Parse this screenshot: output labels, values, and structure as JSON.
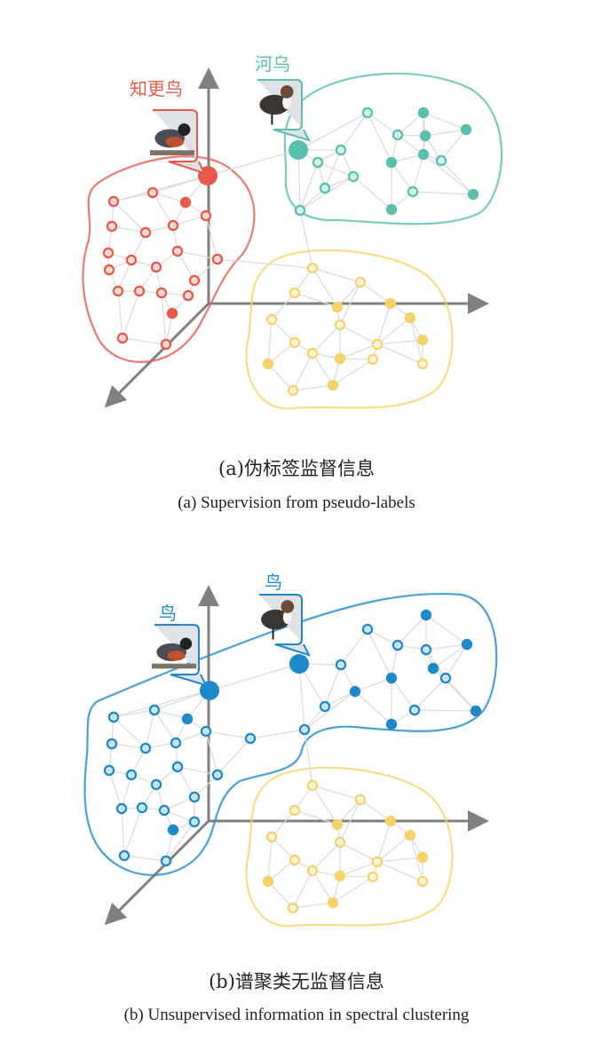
{
  "panel_a": {
    "label_robin": "知更鸟",
    "label_dipper": "河乌",
    "caption_cn": "(a)伪标签监督信息",
    "caption_en": "(a) Supervision from pseudo-labels"
  },
  "panel_b": {
    "label_bird_1": "鸟",
    "label_bird_2": "鸟",
    "caption_cn": "(b)谱聚类无监督信息",
    "caption_en": "(b) Unsupervised information in spectral clustering"
  },
  "colors": {
    "red": "#e8594c",
    "teal": "#5bbfad",
    "yellow": "#f5d36a",
    "blue": "#1e88c9",
    "axis": "#808080"
  }
}
